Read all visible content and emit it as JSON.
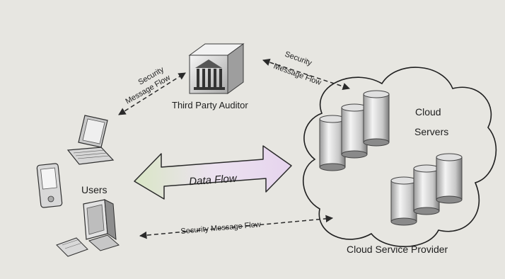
{
  "diagram": {
    "nodes": {
      "tpa": {
        "label": "Third Party Auditor",
        "icon": "building-icon"
      },
      "users": {
        "label": "Users",
        "icons": [
          "laptop-icon",
          "pda-icon",
          "desktop-computer-icon"
        ]
      },
      "cloud_servers": {
        "label_line1": "Cloud",
        "label_line2": "Servers",
        "icon": "database-cylinder-icon"
      },
      "provider": {
        "label": "Cloud Service Provider",
        "icon": "cloud-icon"
      }
    },
    "flows": {
      "users_tpa": {
        "line1": "Security",
        "line2": "Message Flow"
      },
      "tpa_cloud": {
        "line1": "Security",
        "line2": "Message Flow"
      },
      "data": {
        "label": "Data Flow"
      },
      "users_cloud": {
        "label": "Security Message Flow"
      }
    },
    "colors": {
      "background": "#e7e6e1",
      "line": "#2a2a2a",
      "data_flow_left": "#d9e6c5",
      "data_flow_mid": "#ece2f0",
      "data_flow_right": "#e6d4ee"
    }
  }
}
